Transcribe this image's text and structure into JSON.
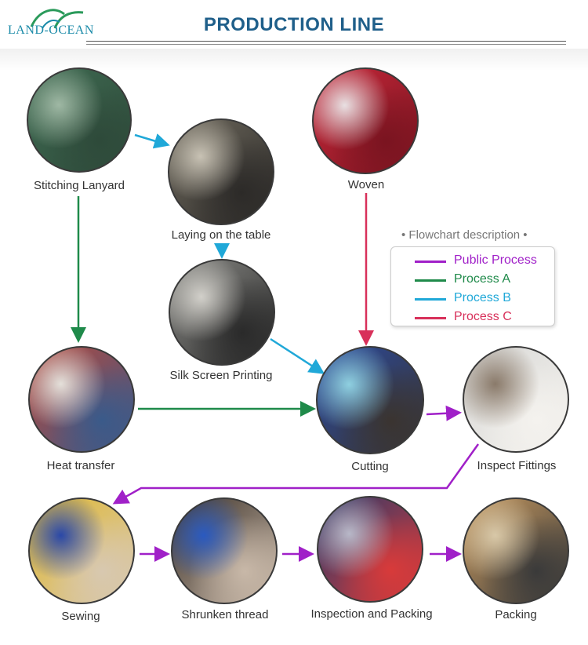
{
  "header": {
    "logo_text": "LAND-OCEAN",
    "title": "PRODUCTION LINE"
  },
  "legend": {
    "title": "• Flowchart description •",
    "items": [
      {
        "label": "Public Process",
        "color": "#a020c8"
      },
      {
        "label": "Process A",
        "color": "#1f8a4a"
      },
      {
        "label": "Process B",
        "color": "#20a8d8"
      },
      {
        "label": "Process C",
        "color": "#d8305a"
      }
    ]
  },
  "nodes": [
    {
      "id": "stitching",
      "label": "Stitching Lanyard",
      "palette": [
        "#3f6b52",
        "#9fb8a4",
        "#2e4a3a"
      ]
    },
    {
      "id": "laying",
      "label": "Laying on the table",
      "palette": [
        "#6f6a5e",
        "#c8c2b4",
        "#2c2a28"
      ]
    },
    {
      "id": "woven",
      "label": "Woven",
      "palette": [
        "#c8283a",
        "#e8e0e2",
        "#7a1420"
      ]
    },
    {
      "id": "silk",
      "label": "Silk Screen Printing",
      "palette": [
        "#8a8a86",
        "#d2d0ca",
        "#2a2a2a"
      ]
    },
    {
      "id": "heat",
      "label": "Heat transfer",
      "palette": [
        "#b8483a",
        "#e4e0da",
        "#3a5a8a"
      ]
    },
    {
      "id": "cutting",
      "label": "Cutting",
      "palette": [
        "#2a4aa0",
        "#8fd0e0",
        "#3a3430"
      ]
    },
    {
      "id": "inspect",
      "label": "Inspect Fittings",
      "palette": [
        "#d8d8d6",
        "#8a7a6a",
        "#f4f2ee"
      ]
    },
    {
      "id": "sewing",
      "label": "Sewing",
      "palette": [
        "#e0b830",
        "#2a48a8",
        "#d8c8b0"
      ]
    },
    {
      "id": "shrunken",
      "label": "Shrunken thread",
      "palette": [
        "#3a3028",
        "#2a5ac0",
        "#c8b8a8"
      ]
    },
    {
      "id": "inspection",
      "label": "Inspection and Packing",
      "palette": [
        "#2a3a6a",
        "#b8b8c8",
        "#d83a3a"
      ]
    },
    {
      "id": "packing",
      "label": "Packing",
      "palette": [
        "#c89a60",
        "#d8c8a8",
        "#3a3a3a"
      ]
    }
  ]
}
